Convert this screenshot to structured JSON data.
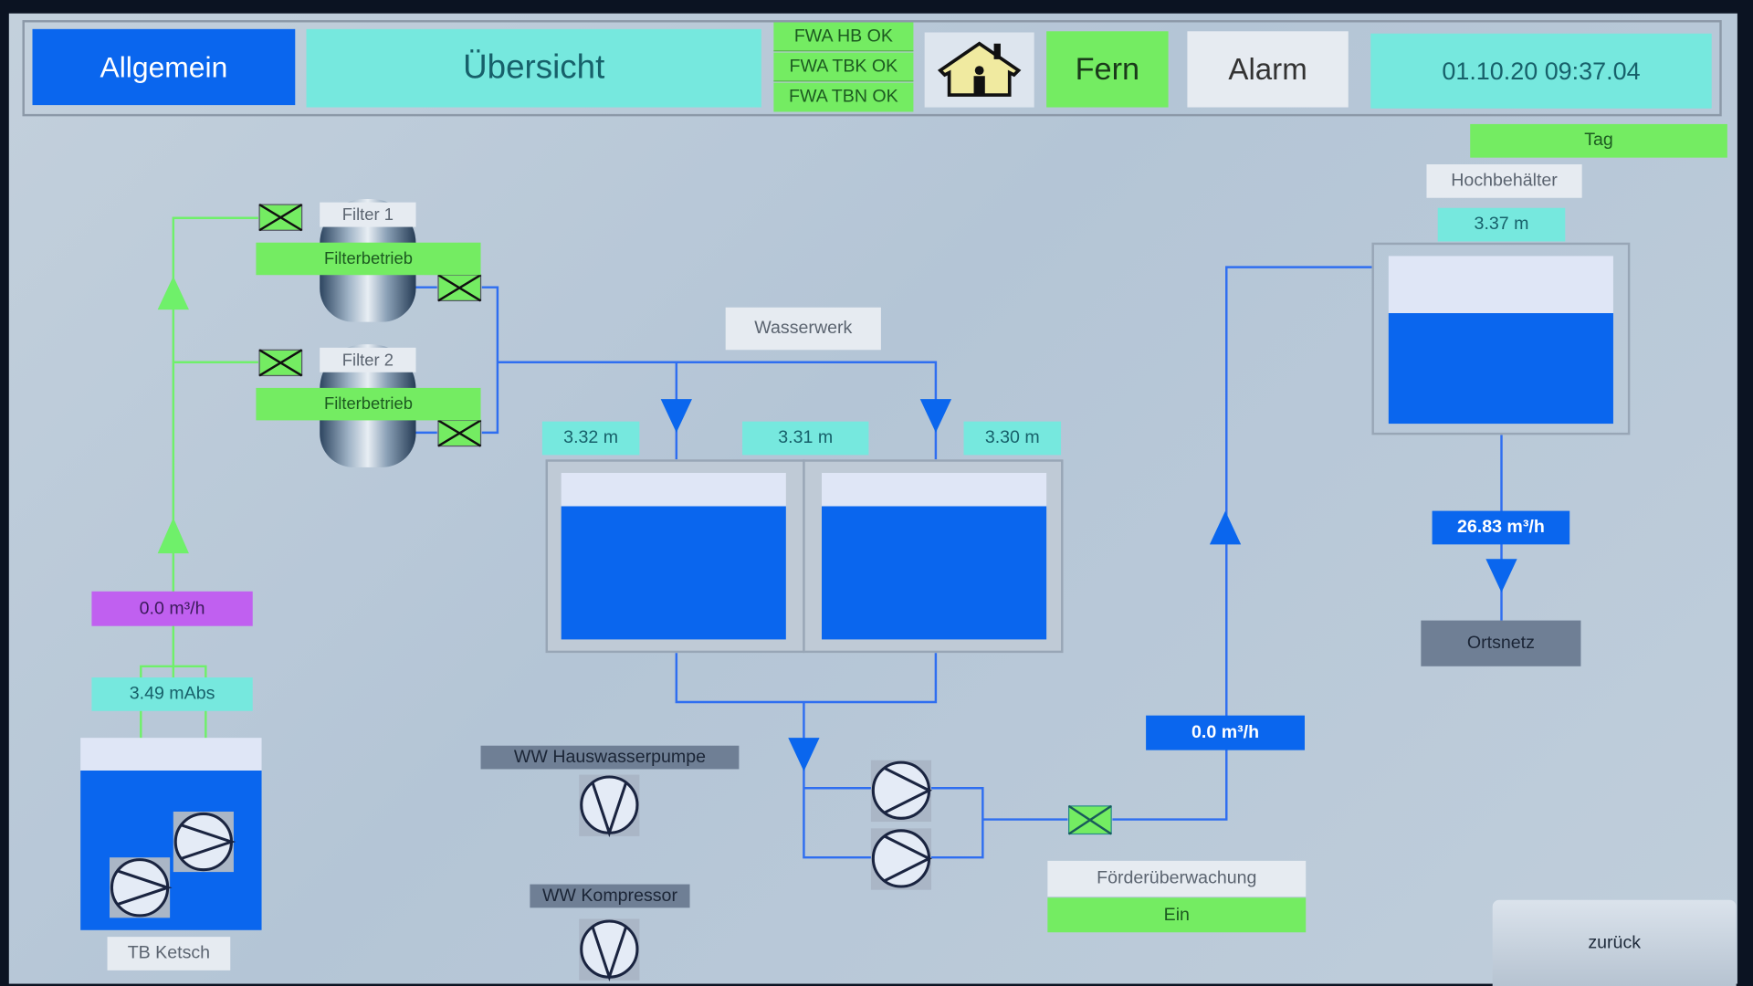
{
  "header": {
    "allgemein": "Allgemein",
    "title": "Übersicht",
    "status": [
      "FWA HB OK",
      "FWA TBK OK",
      "FWA TBN OK"
    ],
    "mode": "Fern",
    "alarm": "Alarm",
    "datetime": "01.10.20 09:37.04"
  },
  "tag": "Tag",
  "filters": [
    {
      "label": "Filter 1",
      "state": "Filterbetrieb"
    },
    {
      "label": "Filter 2",
      "state": "Filterbetrieb"
    }
  ],
  "wasserwerk": {
    "label": "Wasserwerk",
    "levels": [
      "3.32 m",
      "3.31 m",
      "3.30 m"
    ],
    "fill_fraction": [
      0.8,
      0.8
    ]
  },
  "tb_ketsch": {
    "label": "TB Ketsch",
    "level": "3.49 mAbs",
    "flow": "0.0 m³/h",
    "fill_fraction": 0.83
  },
  "hochbehaelter": {
    "label": "Hochbehälter",
    "level": "3.37 m",
    "flow_out": "26.83 m³/h",
    "fill_fraction": 0.66
  },
  "ortsnetz": "Ortsnetz",
  "pump_flow": "0.0 m³/h",
  "hauswasserpumpe": "WW Hauswasserpumpe",
  "kompressor": "WW Kompressor",
  "foerderueberwachung": {
    "label": "Förderüberwachung",
    "value": "Ein"
  },
  "back": "zurück",
  "colors": {
    "water": "#0a66ee",
    "ok": "#74ec62",
    "info": "#76e8de",
    "flow_tb": "#c060f0"
  }
}
